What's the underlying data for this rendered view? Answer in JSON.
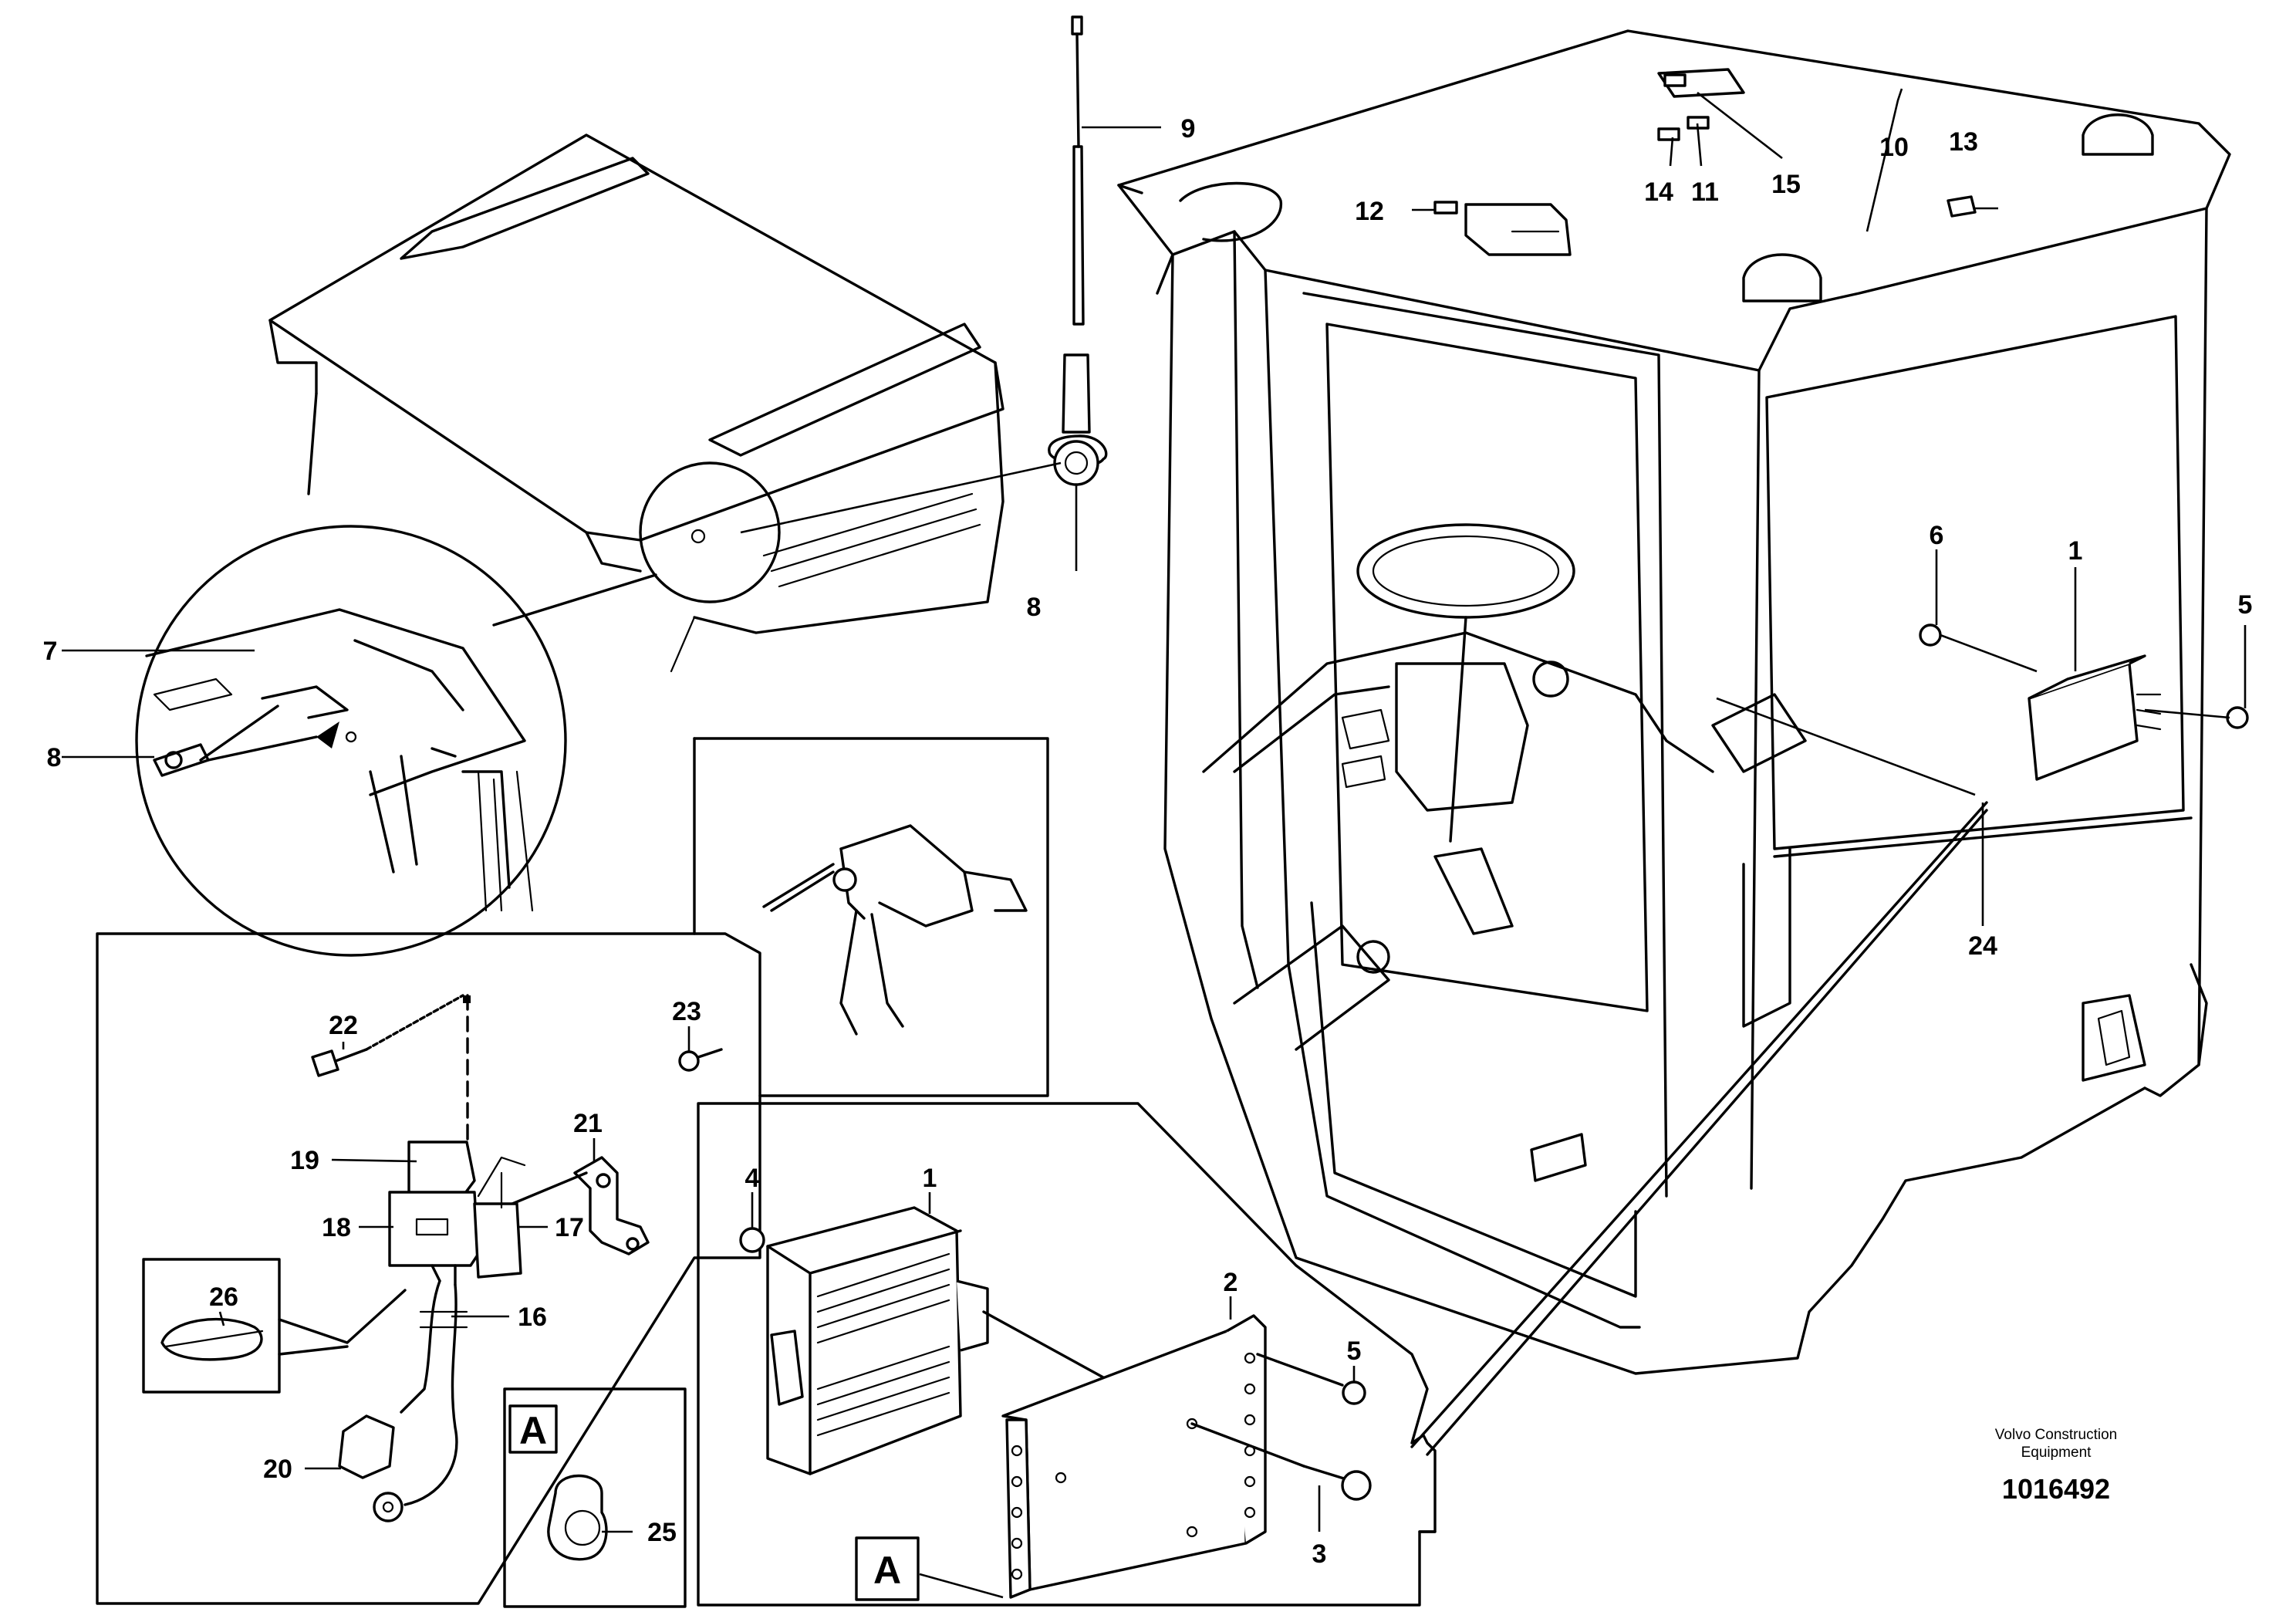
{
  "callouts": {
    "c1_top": "1",
    "c1_detail": "1",
    "c2": "2",
    "c3": "3",
    "c4": "4",
    "c5_right": "5",
    "c5_detail": "5",
    "c6": "6",
    "c7": "7",
    "c8_circle": "8",
    "c8_antenna": "8",
    "c9": "9",
    "c10": "10",
    "c11": "11",
    "c12": "12",
    "c13": "13",
    "c14": "14",
    "c15": "15",
    "c16": "16",
    "c17": "17",
    "c18": "18",
    "c19": "19",
    "c20": "20",
    "c21": "21",
    "c22": "22",
    "c23": "23",
    "c24": "24",
    "c25": "25",
    "c26": "26"
  },
  "view_markers": {
    "marker_detail": "A",
    "marker_box": "A"
  },
  "footer": {
    "company_line1": "Volvo Construction",
    "company_line2": "Equipment",
    "drawing_number": "1016492"
  }
}
